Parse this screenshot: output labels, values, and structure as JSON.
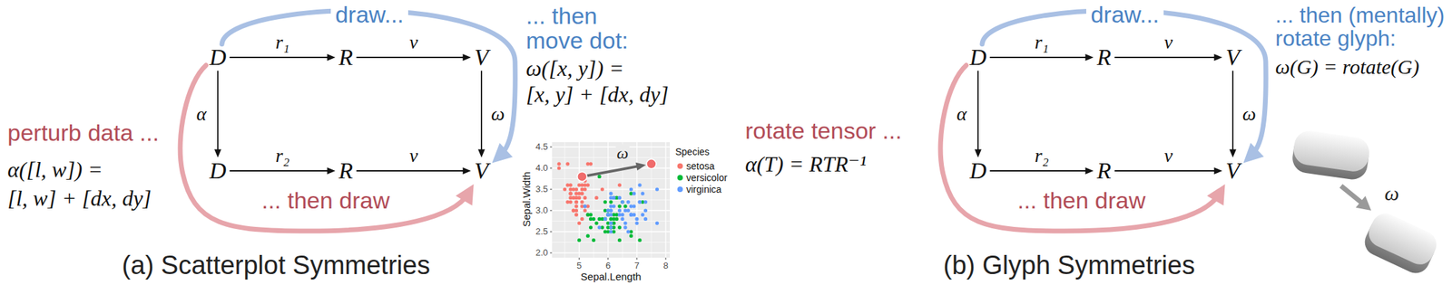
{
  "diagram": {
    "nodes": [
      {
        "text": [
          "D"
        ]
      },
      {
        "text": [
          "R"
        ]
      },
      {
        "text": [
          "V"
        ]
      },
      {
        "text": [
          "D"
        ]
      },
      {
        "text": [
          "R"
        ]
      },
      {
        "text": [
          "V"
        ]
      },
      {
        "text": [
          "D"
        ]
      },
      {
        "text": [
          "R"
        ]
      },
      {
        "text": [
          "V"
        ]
      },
      {
        "text": [
          "D"
        ]
      },
      {
        "text": [
          "R"
        ]
      },
      {
        "text": [
          "V"
        ]
      }
    ],
    "edges": [
      {
        "from": 0,
        "to": 1,
        "label": "r₁",
        "arrow": "to"
      },
      {
        "from": 1,
        "to": 2,
        "label": "v",
        "arrow": "to"
      },
      {
        "from": 0,
        "to": 3,
        "label": "α",
        "arrow": "to"
      },
      {
        "from": 2,
        "to": 5,
        "label": "ω",
        "arrow": "to"
      },
      {
        "from": 3,
        "to": 4,
        "label": "r₂",
        "arrow": "to"
      },
      {
        "from": 4,
        "to": 5,
        "label": "v",
        "arrow": "to"
      },
      {
        "from": 0,
        "to": 5,
        "label": "draw...",
        "arrow": "to"
      },
      {
        "from": 0,
        "to": 5,
        "label": "... then draw",
        "arrow": "to"
      },
      {
        "from": 6,
        "to": 7,
        "label": "r₁",
        "arrow": "to"
      },
      {
        "from": 7,
        "to": 8,
        "label": "v",
        "arrow": "to"
      },
      {
        "from": 6,
        "to": 9,
        "label": "α",
        "arrow": "to"
      },
      {
        "from": 8,
        "to": 11,
        "label": "ω",
        "arrow": "to"
      },
      {
        "from": 9,
        "to": 10,
        "label": "r₂",
        "arrow": "to"
      },
      {
        "from": 10,
        "to": 11,
        "label": "v",
        "arrow": "to"
      },
      {
        "from": 6,
        "to": 11,
        "label": "draw...",
        "arrow": "to"
      },
      {
        "from": 6,
        "to": 11,
        "label": "... then draw",
        "arrow": "to"
      }
    ],
    "labels": [
      "perturb data ...",
      "α([l, w]) =",
      "[l, w] + [dx, dy]",
      "... then",
      "move dot:",
      "ω([x, y]) =",
      "[x, y] + [dx, dy]",
      "4.5",
      "4.0",
      "3.5",
      "3.0",
      "2.5",
      "2.0",
      "5",
      "6",
      "7",
      "8",
      "Sepal.Width",
      "Sepal.Length",
      "Species",
      "ω",
      "(a) Scatterplot Symmetries",
      "rotate tensor ...",
      "α(T) = RTR⁻¹",
      "... then (mentally)",
      "rotate glyph:",
      "ω(G) = rotate(G)",
      "ω",
      "(b) Glyph Symmetries"
    ],
    "legend": [
      {
        "text": "setosa",
        "color": "#f8766d"
      },
      {
        "text": "versicolor",
        "color": "#00ba38"
      },
      {
        "text": "virginica",
        "color": "#619cff"
      }
    ]
  }
}
